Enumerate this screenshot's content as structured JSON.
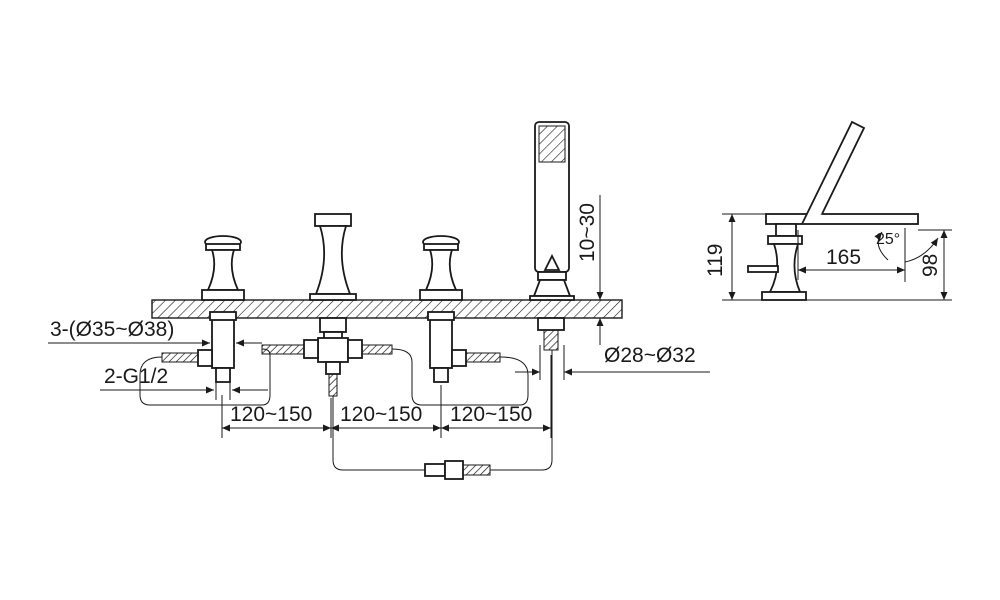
{
  "dimensions": {
    "valve_hole_dia": "3-(Ø35~Ø38)",
    "inlet_thread": "2-G1/2",
    "spacing_1": "120~150",
    "spacing_2": "120~150",
    "spacing_3": "120~150",
    "deck_thickness": "10~30",
    "shower_hole_dia": "Ø28~Ø32",
    "spout_height": "119",
    "spout_reach": "165",
    "handle_height": "98",
    "rotation_angle": "25°"
  },
  "colors": {
    "line": "#1a1a1a",
    "background": "#ffffff"
  }
}
